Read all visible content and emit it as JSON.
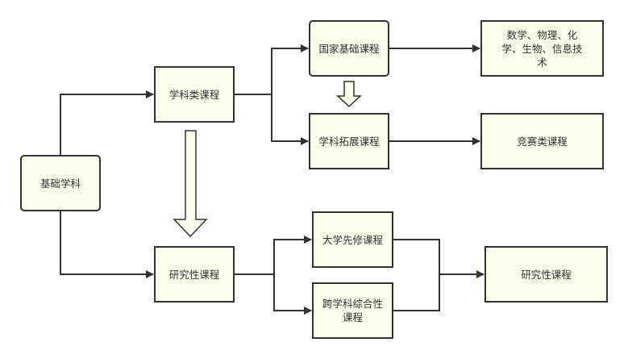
{
  "colors": {
    "node_fill": "#fdfdeb",
    "stroke": "#333333",
    "text": "#333333"
  },
  "nodes": {
    "root": "基础学科",
    "subject": "学科类课程",
    "research_left": "研究性课程",
    "national": "国家基础课程",
    "extension": "学科拓展课程",
    "subjects_list": "数学、物理、化学、生物、信息技术",
    "competition": "竞赛类课程",
    "advanced": "大学先修课程",
    "interdisciplinary": "跨学科综合性课程",
    "research_right": "研究性课程"
  }
}
